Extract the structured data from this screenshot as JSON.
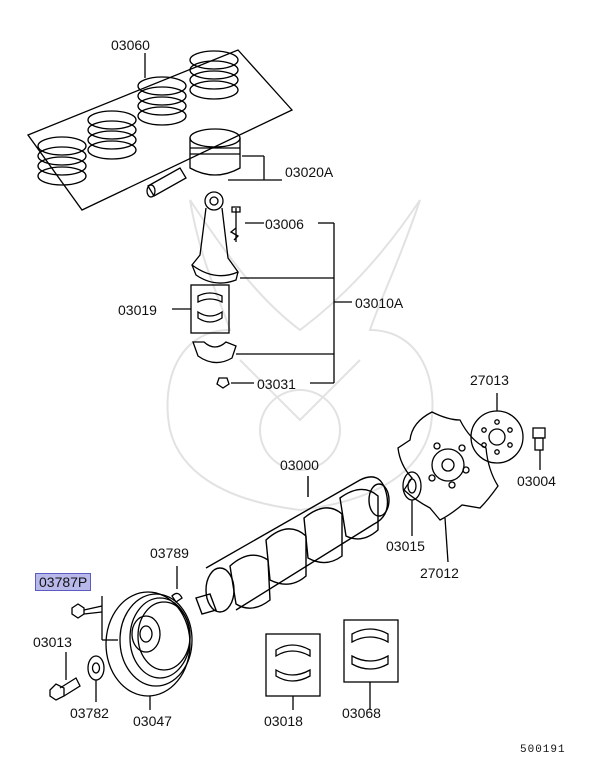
{
  "diagram": {
    "catalog_number": "500191",
    "highlighted_part": "03787P",
    "parts": [
      {
        "id": "03060"
      },
      {
        "id": "03020A"
      },
      {
        "id": "03006"
      },
      {
        "id": "03019"
      },
      {
        "id": "03010A"
      },
      {
        "id": "03031"
      },
      {
        "id": "27013"
      },
      {
        "id": "03004"
      },
      {
        "id": "03000"
      },
      {
        "id": "03015"
      },
      {
        "id": "27012"
      },
      {
        "id": "03789"
      },
      {
        "id": "03787P"
      },
      {
        "id": "03013"
      },
      {
        "id": "03782"
      },
      {
        "id": "03047"
      },
      {
        "id": "03018"
      },
      {
        "id": "03068"
      }
    ]
  }
}
